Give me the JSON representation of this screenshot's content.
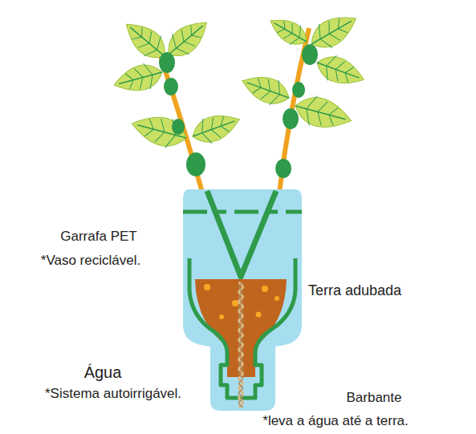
{
  "diagram": {
    "labels": [
      "Garrafa PET",
      "*Vaso reciclável.",
      "Terra adubada",
      "Água",
      "*Sistema autoirrigável.",
      "Barbante",
      "*leva a água até a terra."
    ]
  }
}
